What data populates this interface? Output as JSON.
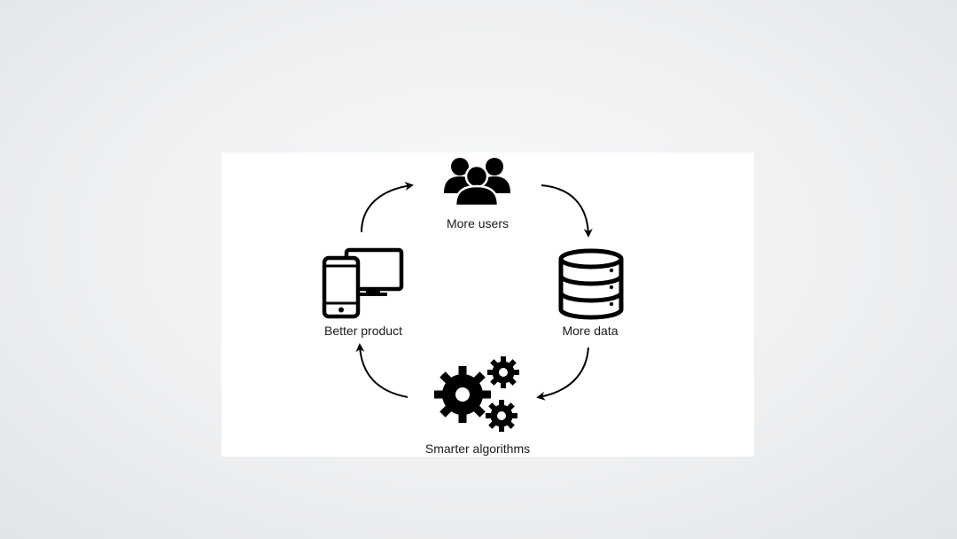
{
  "cycle": {
    "nodes": [
      {
        "label": "More users",
        "icon": "users-icon"
      },
      {
        "label": "More data",
        "icon": "database-icon"
      },
      {
        "label": "Smarter algorithms",
        "icon": "gears-icon"
      },
      {
        "label": "Better product",
        "icon": "devices-icon"
      }
    ],
    "direction": "clockwise",
    "colors": {
      "ink": "#000000",
      "panel": "#ffffff",
      "text": "#1a1a1a"
    }
  }
}
